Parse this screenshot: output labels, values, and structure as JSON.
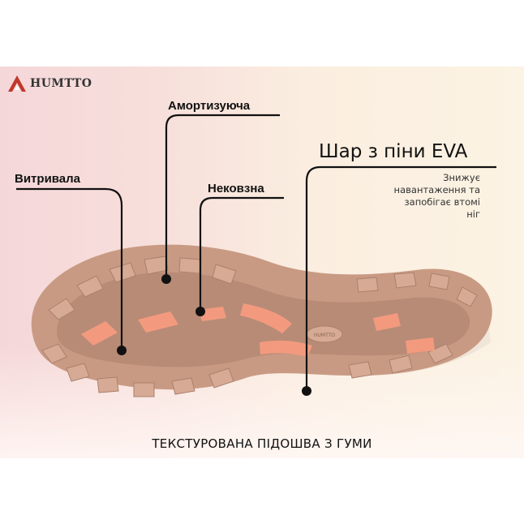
{
  "brand": {
    "name": "HUMTTO",
    "logo_icon": "mountain-logo-icon",
    "logo_color": "#c0392b"
  },
  "callouts": {
    "durable": "Витривала",
    "shock_absorbing": "Амортизуюча",
    "non_slip": "Нековзна"
  },
  "eva_layer": {
    "title": "Шар з піни EVA",
    "description": [
      "Знижує",
      "навантаження та",
      "запобігає втомі",
      "ніг"
    ]
  },
  "caption": "ТЕКСТУРОВАНА ПІДОШВА З ГУМИ",
  "colors": {
    "sole_rubber": "#c99a83",
    "sole_accent": "#f39a7e",
    "midsole": "#e8d9c8",
    "callout_line": "#111111"
  }
}
